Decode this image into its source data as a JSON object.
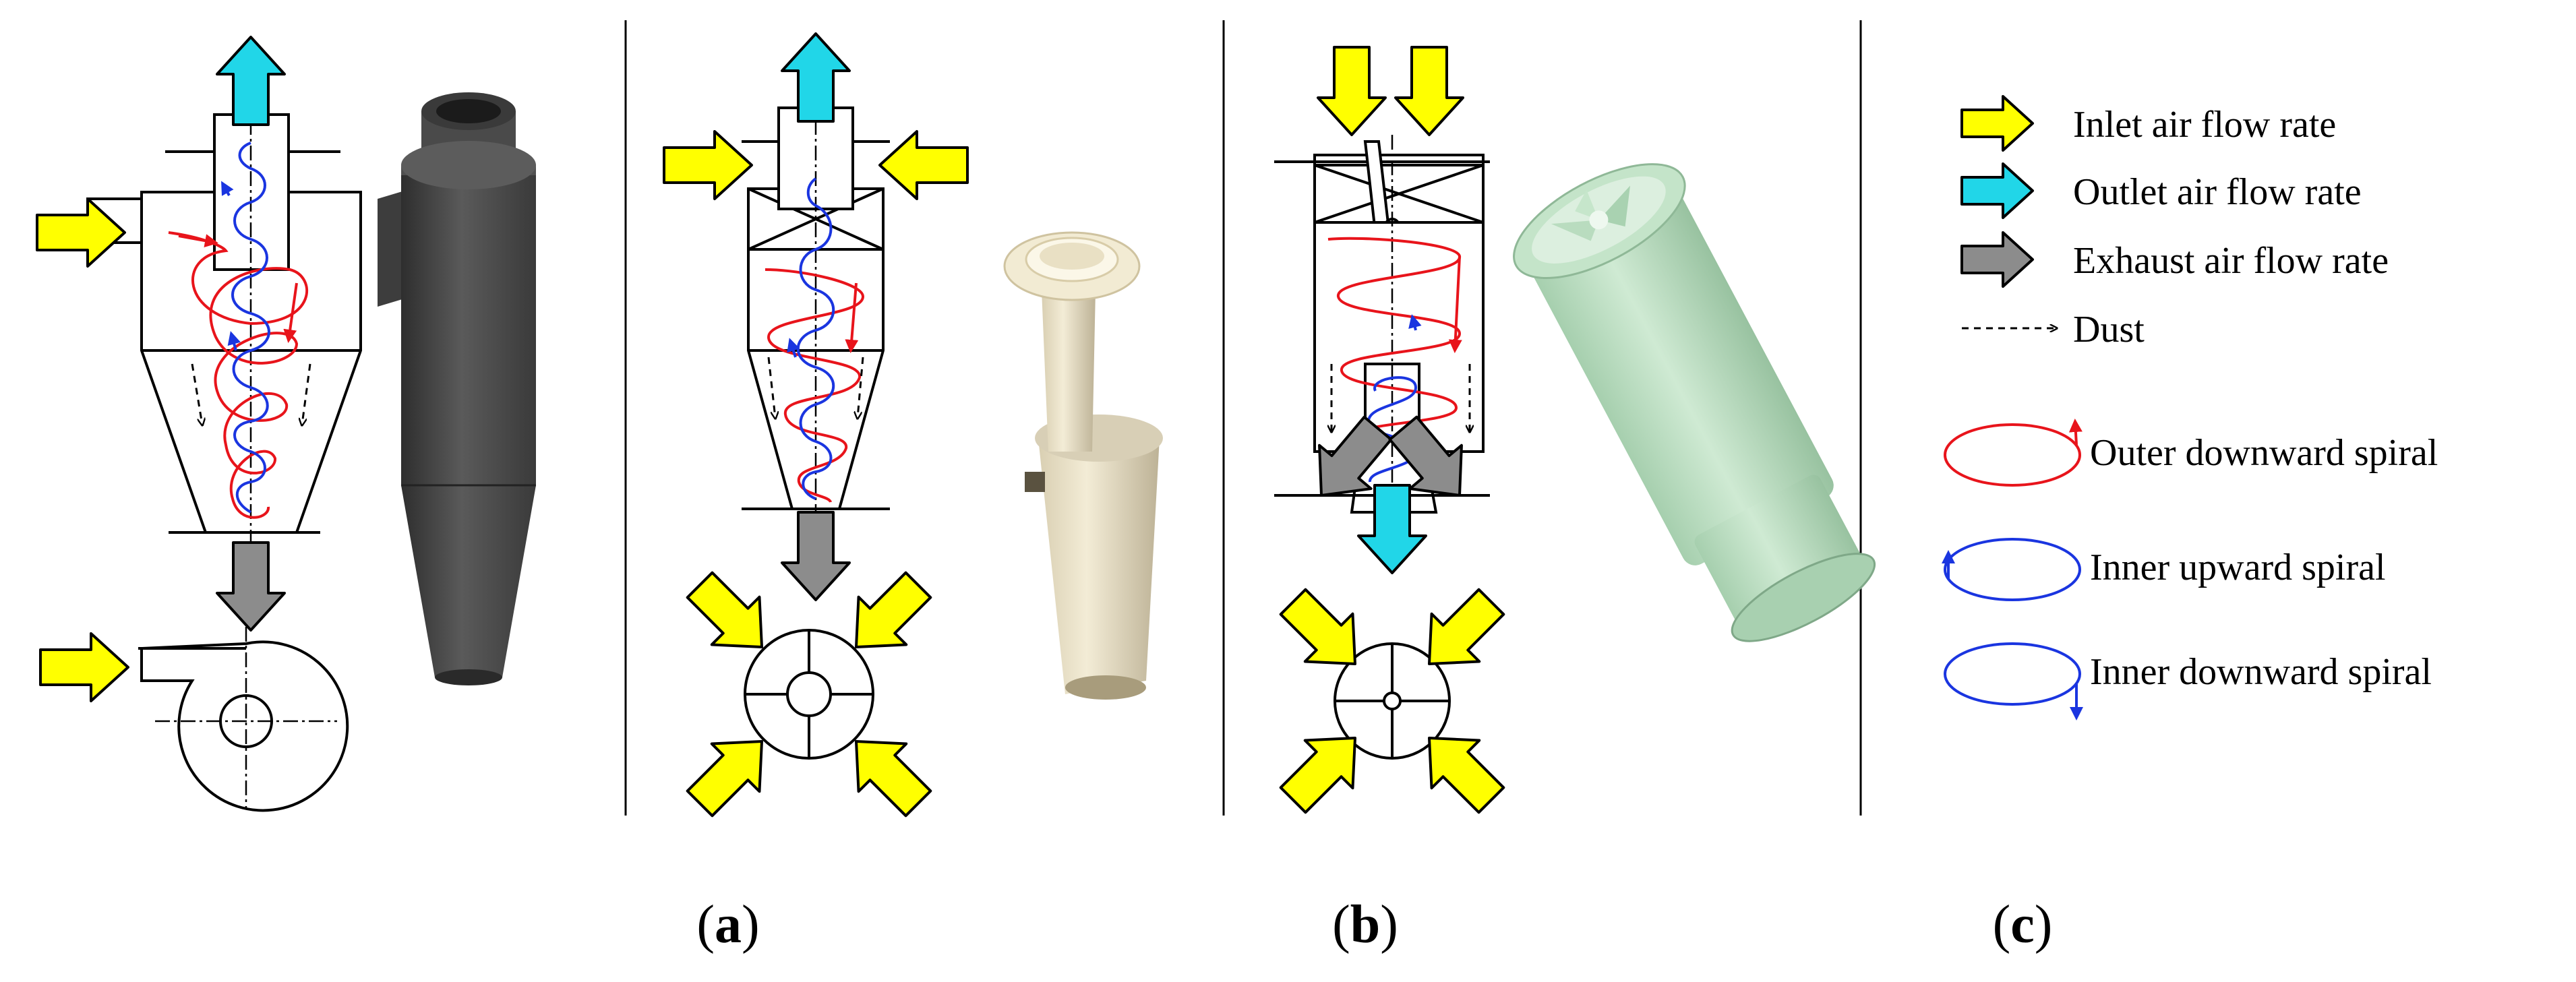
{
  "colors": {
    "inlet": "#ffff00",
    "outlet": "#21d6e8",
    "exhaust": "#8c8c8c",
    "outer_spiral": "#e8141b",
    "inner_spiral": "#1a35e0",
    "model_a": "#4a4a4a",
    "model_b": "#e6dcc2",
    "model_c": "#bfe2c4"
  },
  "legend": {
    "inlet": "Inlet air flow rate",
    "outlet": "Outlet air flow rate",
    "exhaust": "Exhaust air flow rate",
    "dust": "Dust",
    "outer_down": "Outer downward spiral",
    "inner_up": "Inner upward spiral",
    "inner_down": "Inner downward spiral"
  },
  "captions": {
    "a": {
      "open": "(",
      "letter": "a",
      "close": ")"
    },
    "b": {
      "open": "(",
      "letter": "b",
      "close": ")"
    },
    "c": {
      "open": "(",
      "letter": "c",
      "close": ")"
    }
  }
}
